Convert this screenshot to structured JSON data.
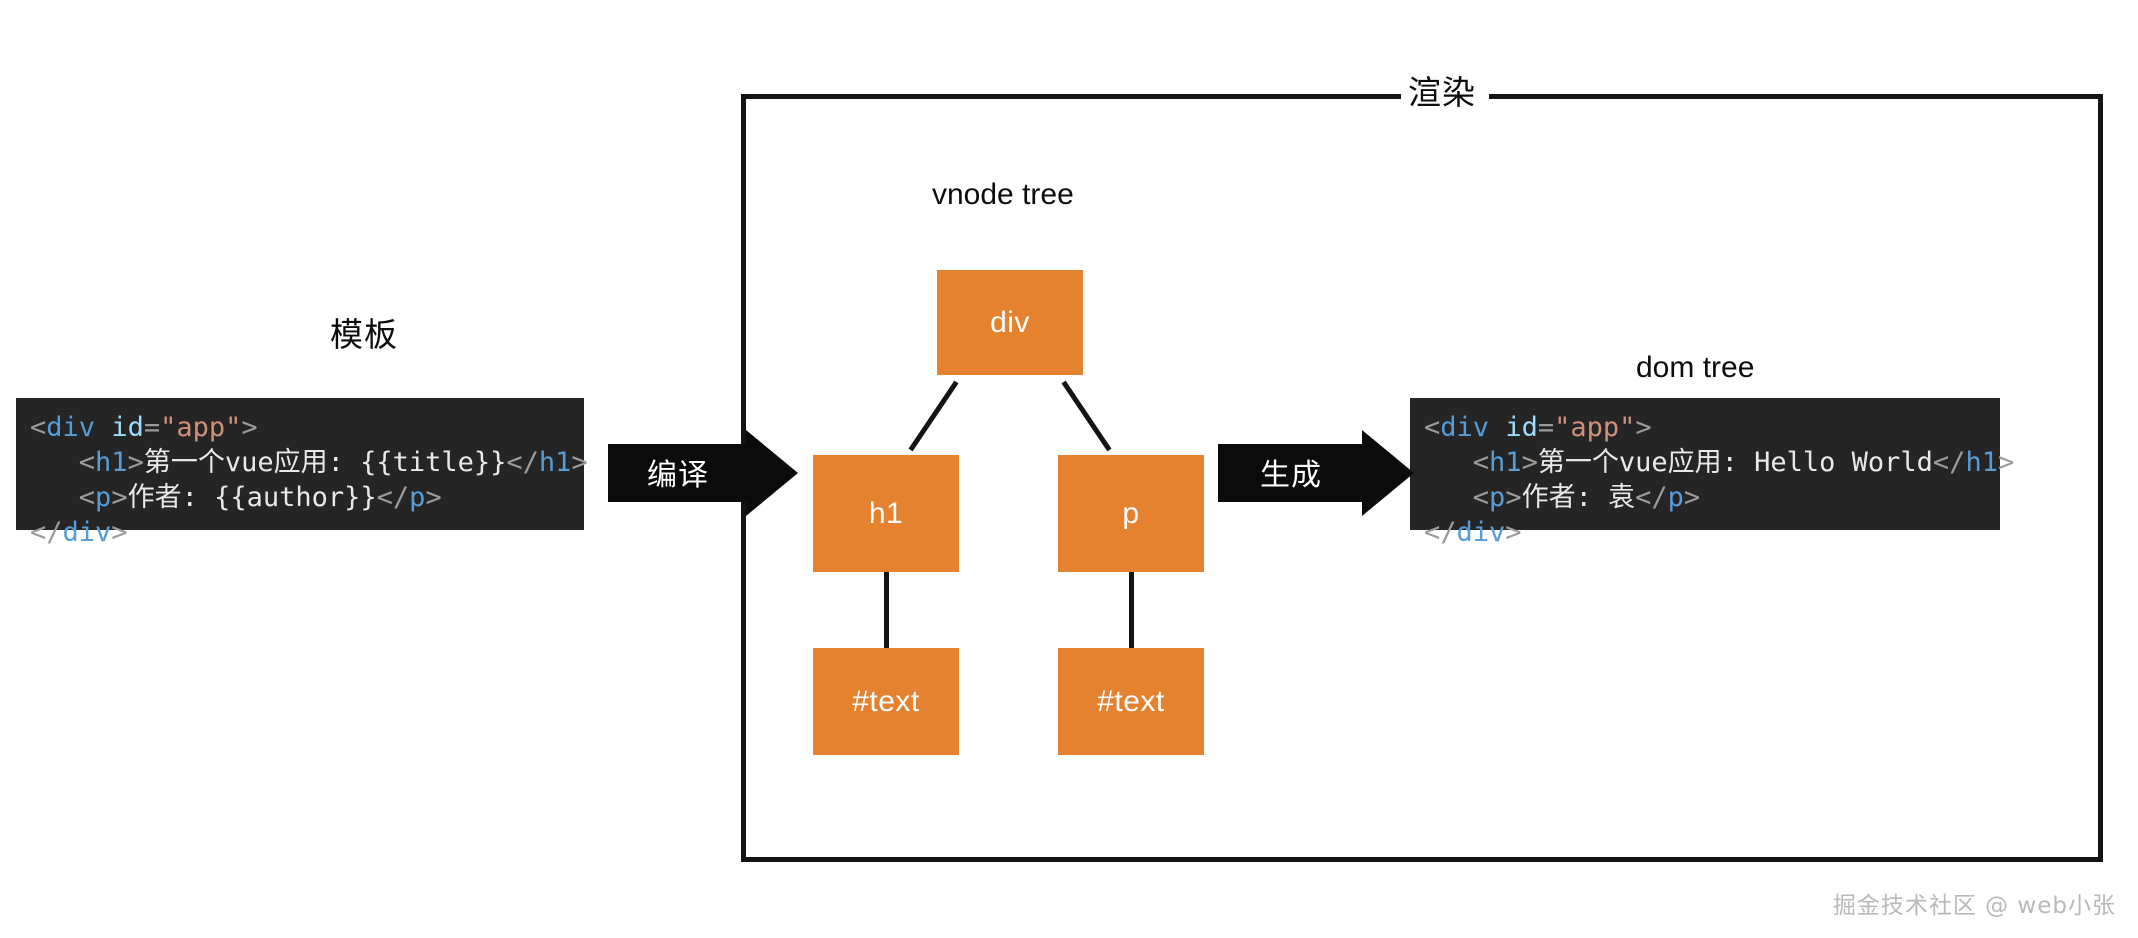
{
  "diagram": {
    "labels": {
      "template": "模板",
      "vnode_tree": "vnode tree",
      "dom_tree": "dom tree",
      "render_box": "渲染"
    },
    "arrows": [
      {
        "name": "compile",
        "label": "编译"
      },
      {
        "name": "generate",
        "label": "生成"
      }
    ],
    "code_template": {
      "lines": [
        [
          {
            "t": "punct",
            "v": "<"
          },
          {
            "t": "tag",
            "v": "div"
          },
          {
            "t": "text",
            "v": " "
          },
          {
            "t": "attr",
            "v": "id"
          },
          {
            "t": "punct",
            "v": "="
          },
          {
            "t": "str",
            "v": "\"app\""
          },
          {
            "t": "punct",
            "v": ">"
          }
        ],
        [
          {
            "t": "text",
            "v": "   "
          },
          {
            "t": "punct",
            "v": "<"
          },
          {
            "t": "tag",
            "v": "h1"
          },
          {
            "t": "punct",
            "v": ">"
          },
          {
            "t": "text",
            "v": "第一个vue应用: {{title}}"
          },
          {
            "t": "punct",
            "v": "</"
          },
          {
            "t": "tag",
            "v": "h1"
          },
          {
            "t": "punct",
            "v": ">"
          }
        ],
        [
          {
            "t": "text",
            "v": "   "
          },
          {
            "t": "punct",
            "v": "<"
          },
          {
            "t": "tag",
            "v": "p"
          },
          {
            "t": "punct",
            "v": ">"
          },
          {
            "t": "text",
            "v": "作者: {{author}}"
          },
          {
            "t": "punct",
            "v": "</"
          },
          {
            "t": "tag",
            "v": "p"
          },
          {
            "t": "punct",
            "v": ">"
          }
        ],
        [
          {
            "t": "punct",
            "v": "</"
          },
          {
            "t": "tag",
            "v": "div"
          },
          {
            "t": "punct",
            "v": ">"
          }
        ]
      ]
    },
    "code_dom": {
      "lines": [
        [
          {
            "t": "punct",
            "v": "<"
          },
          {
            "t": "tag",
            "v": "div"
          },
          {
            "t": "text",
            "v": " "
          },
          {
            "t": "attr",
            "v": "id"
          },
          {
            "t": "punct",
            "v": "="
          },
          {
            "t": "str",
            "v": "\"app\""
          },
          {
            "t": "punct",
            "v": ">"
          }
        ],
        [
          {
            "t": "text",
            "v": "   "
          },
          {
            "t": "punct",
            "v": "<"
          },
          {
            "t": "tag",
            "v": "h1"
          },
          {
            "t": "punct",
            "v": ">"
          },
          {
            "t": "text",
            "v": "第一个vue应用: Hello World"
          },
          {
            "t": "punct",
            "v": "</"
          },
          {
            "t": "tag",
            "v": "h1"
          },
          {
            "t": "punct",
            "v": ">"
          }
        ],
        [
          {
            "t": "text",
            "v": "   "
          },
          {
            "t": "punct",
            "v": "<"
          },
          {
            "t": "tag",
            "v": "p"
          },
          {
            "t": "punct",
            "v": ">"
          },
          {
            "t": "text",
            "v": "作者: 袁"
          },
          {
            "t": "punct",
            "v": "</"
          },
          {
            "t": "tag",
            "v": "p"
          },
          {
            "t": "punct",
            "v": ">"
          }
        ],
        [
          {
            "t": "punct",
            "v": "</"
          },
          {
            "t": "tag",
            "v": "div"
          },
          {
            "t": "punct",
            "v": ">"
          }
        ]
      ]
    },
    "tree_nodes": [
      {
        "id": "div",
        "label": "div"
      },
      {
        "id": "h1",
        "label": "h1"
      },
      {
        "id": "p",
        "label": "p"
      },
      {
        "id": "text1",
        "label": "#text"
      },
      {
        "id": "text2",
        "label": "#text"
      }
    ],
    "tree_edges": [
      {
        "from": "div",
        "to": "h1"
      },
      {
        "from": "div",
        "to": "p"
      },
      {
        "from": "h1",
        "to": "text1"
      },
      {
        "from": "p",
        "to": "text2"
      }
    ],
    "watermark": "掘金技术社区 @ web小张",
    "colors": {
      "node_fill": "#e5822f",
      "node_text": "#ffffff",
      "stroke": "#141414",
      "code_bg": "#252526",
      "code_tag": "#569cd6",
      "code_attr": "#9cdcfe",
      "code_string": "#ce9178",
      "code_punct": "#9b9b9b",
      "code_text": "#e8e8e8",
      "background": "#ffffff",
      "watermark": "#b9b9b9"
    }
  }
}
